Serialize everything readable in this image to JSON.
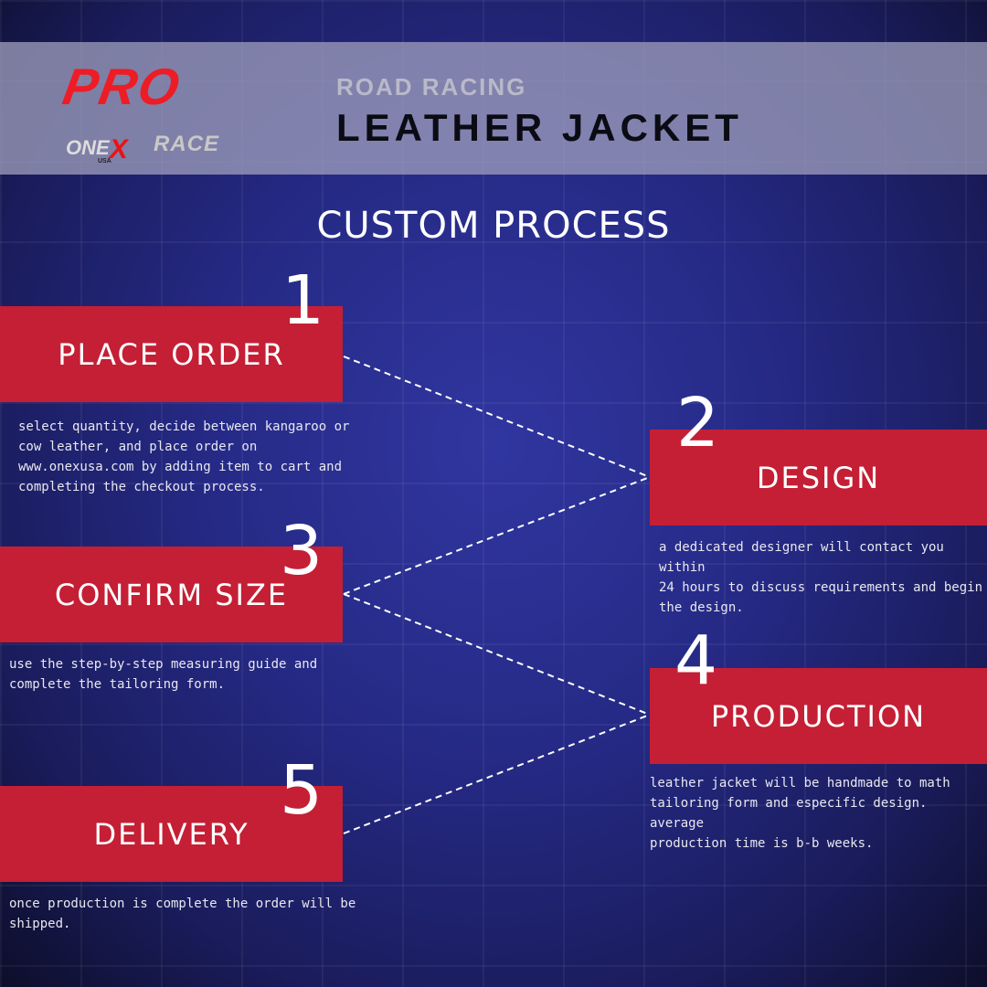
{
  "brand": {
    "pro": "PRO",
    "one": "ONE",
    "x": "X",
    "race": "RACE",
    "usa": "USA"
  },
  "header": {
    "subtitle": "ROAD RACING",
    "title": "LEATHER JACKET"
  },
  "section_title": "CUSTOM PROCESS",
  "steps": [
    {
      "number": "1",
      "label": "PLACE ORDER",
      "description": "select quantity, decide between kangaroo or\ncow leather, and place order on\nwww.onexusa.com by adding item to cart and\ncompleting the checkout process."
    },
    {
      "number": "2",
      "label": "DESIGN",
      "description": "a dedicated designer will contact you within\n24 hours to discuss requirements and begin\nthe design."
    },
    {
      "number": "3",
      "label": "CONFIRM SIZE",
      "description": "use the step-by-step measuring guide and\ncomplete the tailoring form."
    },
    {
      "number": "4",
      "label": "PRODUCTION",
      "description": "leather jacket will be handmade to math\ntailoring form and especific design. average\nproduction time is b-b weeks."
    },
    {
      "number": "5",
      "label": "DELIVERY",
      "description": "once production is complete the order will be\nshipped."
    }
  ],
  "colors": {
    "accent": "#c41f35",
    "brand_red": "#ee1c25"
  }
}
